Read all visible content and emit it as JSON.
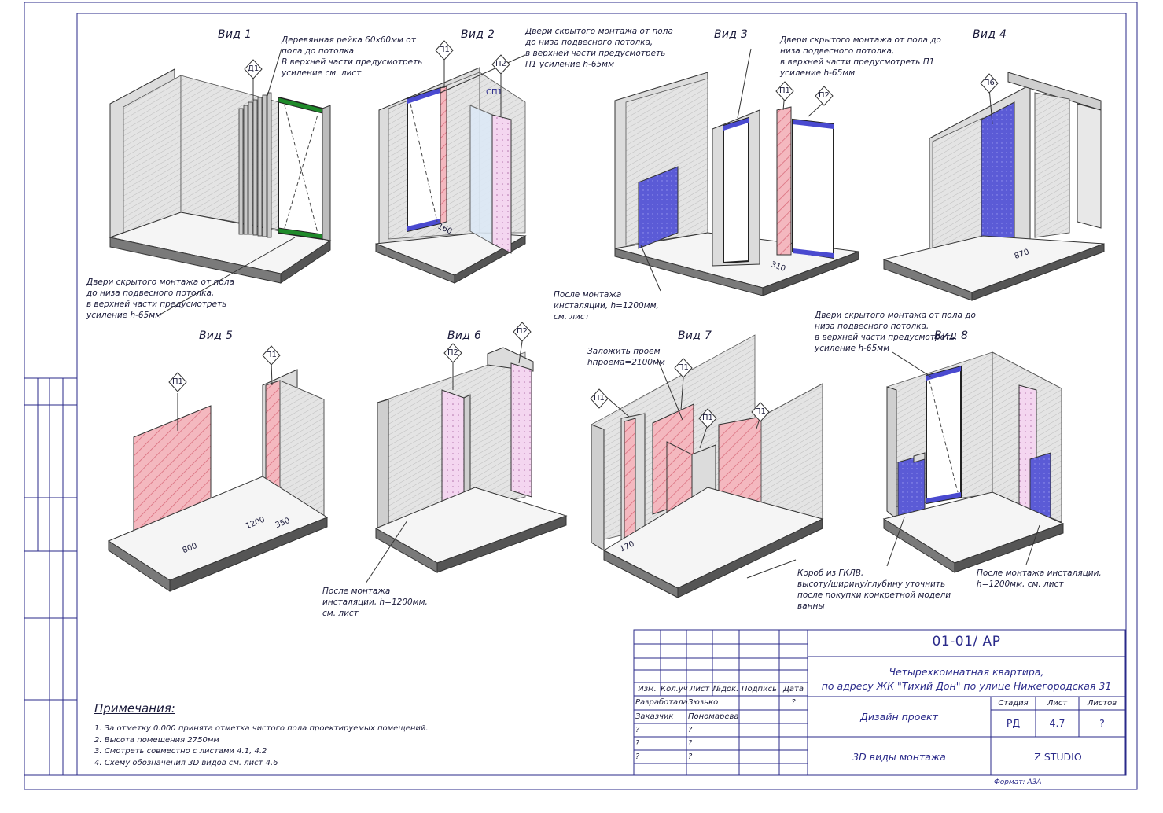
{
  "views": [
    {
      "title": "Вид 1"
    },
    {
      "title": "Вид 2"
    },
    {
      "title": "Вид 3"
    },
    {
      "title": "Вид 4"
    },
    {
      "title": "Вид 5"
    },
    {
      "title": "Вид 6"
    },
    {
      "title": "Вид 7"
    },
    {
      "title": "Вид 8"
    }
  ],
  "annotations": {
    "v1_wood": "Деревянная рейка 60х60мм от\nпола до потолка\nВ верхней части предусмотреть\nусиление см. лист",
    "v1_door": "Двери скрытого монтажа от пола\nдо низа подвесного потолка,\nв верхней части предусмотреть\nусиление h-65мм",
    "v2_door": "Двери скрытого монтажа от пола\nдо низа подвесного потолка,\nв верхней части предусмотреть\nП1 усиление h-65мм",
    "v3_door": "Двери скрытого монтажа от пола до\nниза подвесного потолка,\nв верхней части предусмотреть П1\nусиление h-65мм",
    "v3_install": "После монтажа\nинсталяции, h=1200мм,\nсм. лист",
    "v6_install": "После монтажа\nинсталяции, h=1200мм,\nсм. лист",
    "v7_opening": "Заложить проем\nhпроема=2100мм",
    "v7_box": "Короб из ГКЛВ,\nвысоту/ширину/глубину уточнить\nпосле покупки конкретной модели\nванны",
    "v8_door": "Двери скрытого монтажа от пола до\nниза подвесного потолка,\nв верхней части предусмотреть\nусиление h-65мм",
    "v8_install": "После монтажа инсталяции,\nh=1200мм, см. лист"
  },
  "tags": {
    "d1": "Д1",
    "p1": "П1",
    "p2": "П2",
    "sp1": "СП1",
    "p6": "П6"
  },
  "dims": {
    "v2_a": "160",
    "v3_a": "310",
    "v4_a": "870",
    "v5_a": "800",
    "v5_b": "1200",
    "v5_c": "350",
    "v7_a": "170"
  },
  "notes": {
    "title": "Примечания:",
    "items": [
      "1.   За отметку 0.000 принята отметка чистого пола проектируемых помещений.",
      "2.   Высота помещения 2750мм",
      "3.   Смотреть совместно с листами 4.1, 4.2",
      "4.   Схему обозначения 3D видов см. лист 4.6"
    ]
  },
  "titleblock": {
    "code": "01-01/ АР",
    "project": "Четырехкомнатная квартира,\nпо адресу ЖК \"Тихий Дон\" по улице Нижегородская 31",
    "headers": {
      "izm": "Изм.",
      "kol": "Кол.уч",
      "list": "Лист",
      "ndoc": "№док.",
      "podp": "Подпись",
      "date": "Дата"
    },
    "rows": [
      {
        "role": "Разработала",
        "name": "Зюзько",
        "date": "?"
      },
      {
        "role": "Заказчик",
        "name": "Пономарева",
        "date": ""
      },
      {
        "role": "?",
        "name": "?",
        "date": ""
      },
      {
        "role": "?",
        "name": "?",
        "date": ""
      },
      {
        "role": "?",
        "name": "?",
        "date": ""
      }
    ],
    "stage_design": "Дизайн проект",
    "stage_label": "Стадия",
    "sheet_label": "Лист",
    "sheets_label": "Листов",
    "stage": "РД",
    "sheet": "4.7",
    "sheets": "?",
    "sheet_title": "3D виды монтажа",
    "studio": "Z STUDIO",
    "format": "Формат: А3А"
  },
  "colors": {
    "line": "#2a2a5a",
    "wall": "#d8d8d8",
    "pink": "#f4b8bf",
    "pinkStripe": "#d86a7a",
    "violet": "#5b5bd6",
    "lilac": "#f2d4ee",
    "green": "#1f8a2a",
    "blueAccent": "#4a4ad0"
  }
}
